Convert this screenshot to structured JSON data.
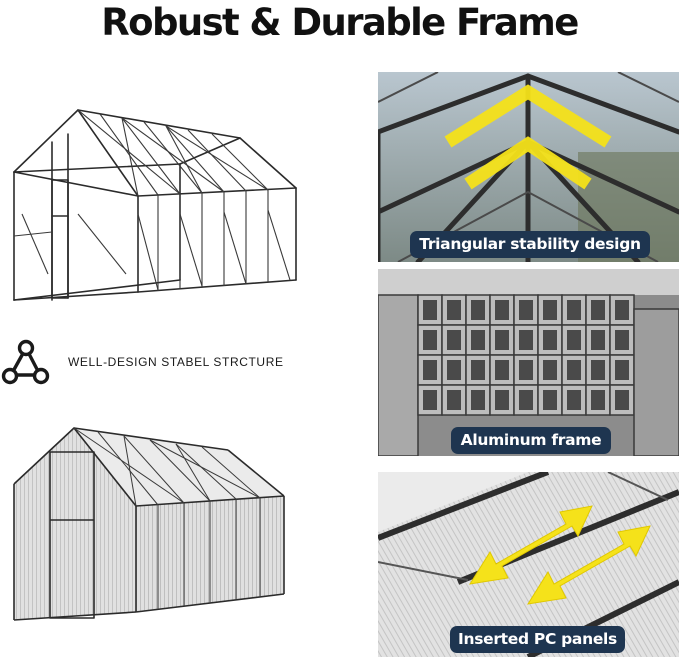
{
  "page": {
    "title": "Robust & Durable Frame"
  },
  "feature": {
    "icon": "network-nodes-icon",
    "text": "WELL-DESIGN STABEL STRCTURE"
  },
  "panels": [
    {
      "caption": "Triangular stability design",
      "icon": "yellow-chevron-arrows"
    },
    {
      "caption": "Aluminum frame",
      "icon": "aluminum-tubes"
    },
    {
      "caption": "Inserted PC panels",
      "icon": "yellow-double-arrows"
    }
  ],
  "colors": {
    "caption_bg": "#1e3550",
    "caption_text": "#ffffff",
    "accent_yellow": "#f5e21a",
    "frame": "#2b2b2b"
  }
}
